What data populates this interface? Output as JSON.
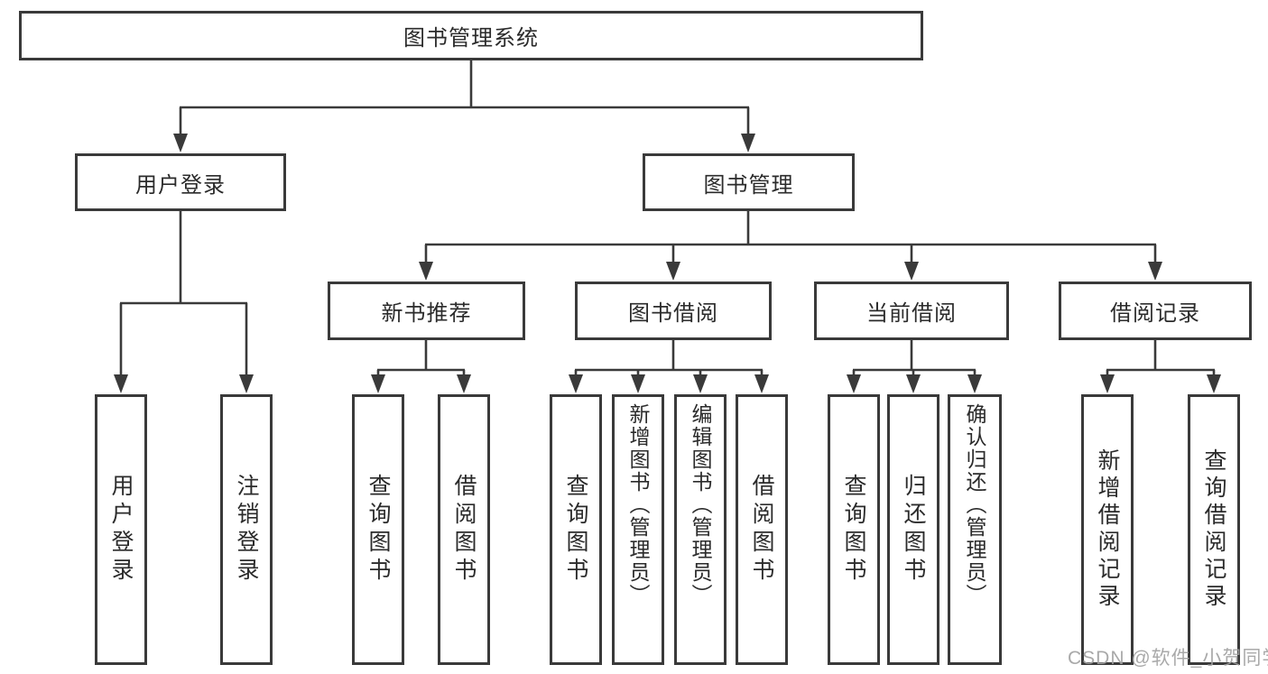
{
  "diagram": {
    "title": "图书管理系统",
    "colors": {
      "line": "#3a3a3a",
      "box_border": "#3a3a3a",
      "box_fill": "#ffffff",
      "text": "#2b2b2b",
      "watermark": "#a2a2a2"
    },
    "tree": {
      "root": {
        "label": "图书管理系统"
      },
      "level2": [
        {
          "label": "用户登录",
          "parent": "图书管理系统"
        },
        {
          "label": "图书管理",
          "parent": "图书管理系统"
        }
      ],
      "level3": [
        {
          "label": "新书推荐",
          "parent": "图书管理"
        },
        {
          "label": "图书借阅",
          "parent": "图书管理"
        },
        {
          "label": "当前借阅",
          "parent": "图书管理"
        },
        {
          "label": "借阅记录",
          "parent": "图书管理"
        }
      ],
      "leaves": [
        {
          "label": "用户登录",
          "parent": "用户登录"
        },
        {
          "label": "注销登录",
          "parent": "用户登录"
        },
        {
          "label": "查询图书",
          "parent": "新书推荐"
        },
        {
          "label": "借阅图书",
          "parent": "新书推荐"
        },
        {
          "label": "查询图书",
          "parent": "图书借阅"
        },
        {
          "label": "新增图书（管理员）",
          "parent": "图书借阅"
        },
        {
          "label": "编辑图书（管理员）",
          "parent": "图书借阅"
        },
        {
          "label": "借阅图书",
          "parent": "图书借阅"
        },
        {
          "label": "查询图书",
          "parent": "当前借阅"
        },
        {
          "label": "归还图书",
          "parent": "当前借阅"
        },
        {
          "label": "确认归还（管理员）",
          "parent": "当前借阅"
        },
        {
          "label": "新增借阅记录",
          "parent": "借阅记录"
        },
        {
          "label": "查询借阅记录",
          "parent": "借阅记录"
        }
      ]
    },
    "watermark": {
      "text": "CSDN @软件_小贺同学"
    }
  }
}
